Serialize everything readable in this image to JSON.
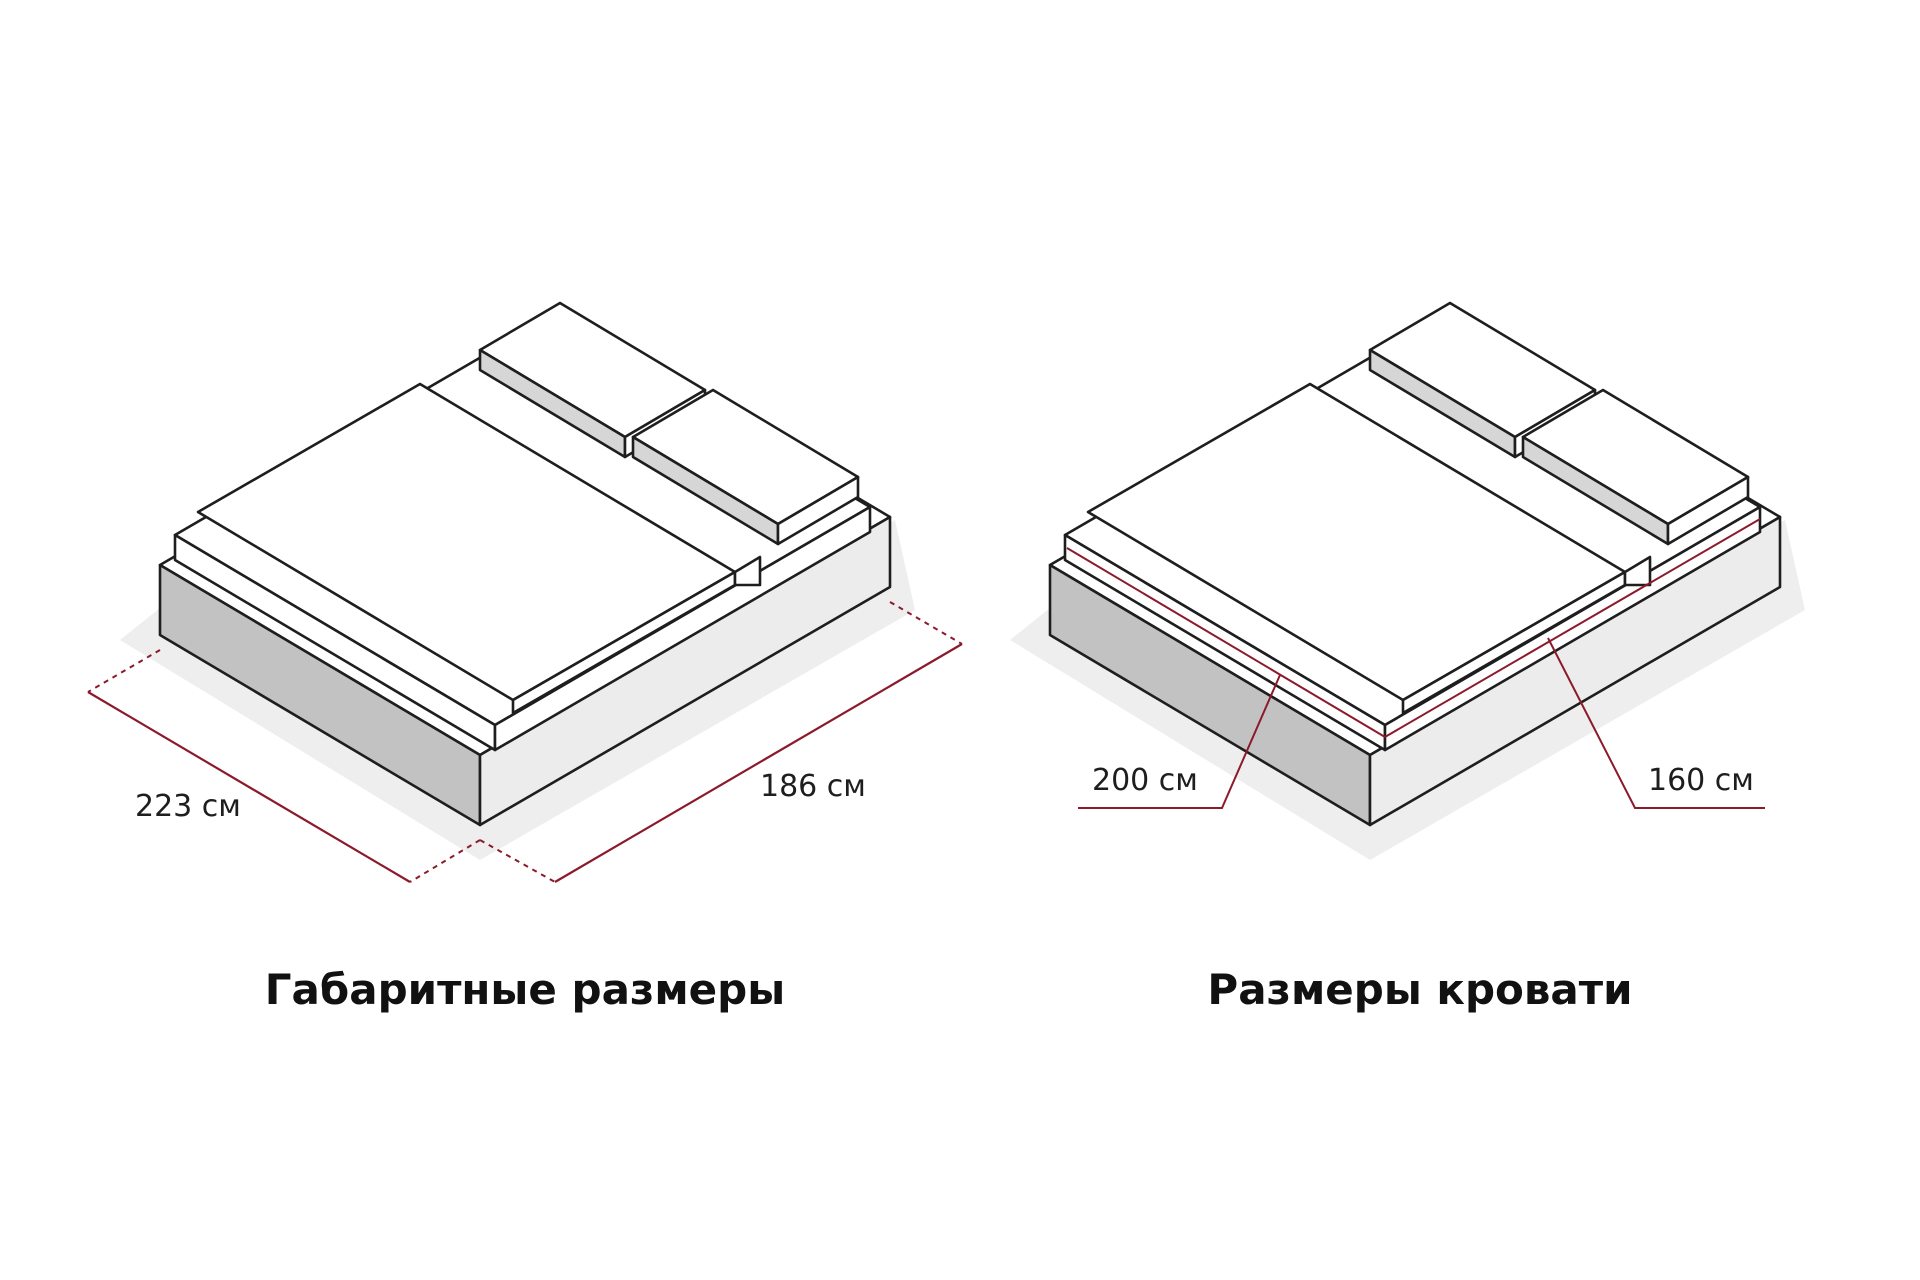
{
  "colors": {
    "outline": "#1e1e1e",
    "accent": "#8b1a2b",
    "base_front": "#c2c2c2",
    "base_side": "#ececec",
    "shadow": "#eeeeee",
    "fill_white": "#ffffff"
  },
  "overall": {
    "title": "Габаритные размеры",
    "length_label": "223 см",
    "width_label": "186 см"
  },
  "bed": {
    "title": "Размеры кровати",
    "length_label": "200 см",
    "width_label": "160 см"
  }
}
